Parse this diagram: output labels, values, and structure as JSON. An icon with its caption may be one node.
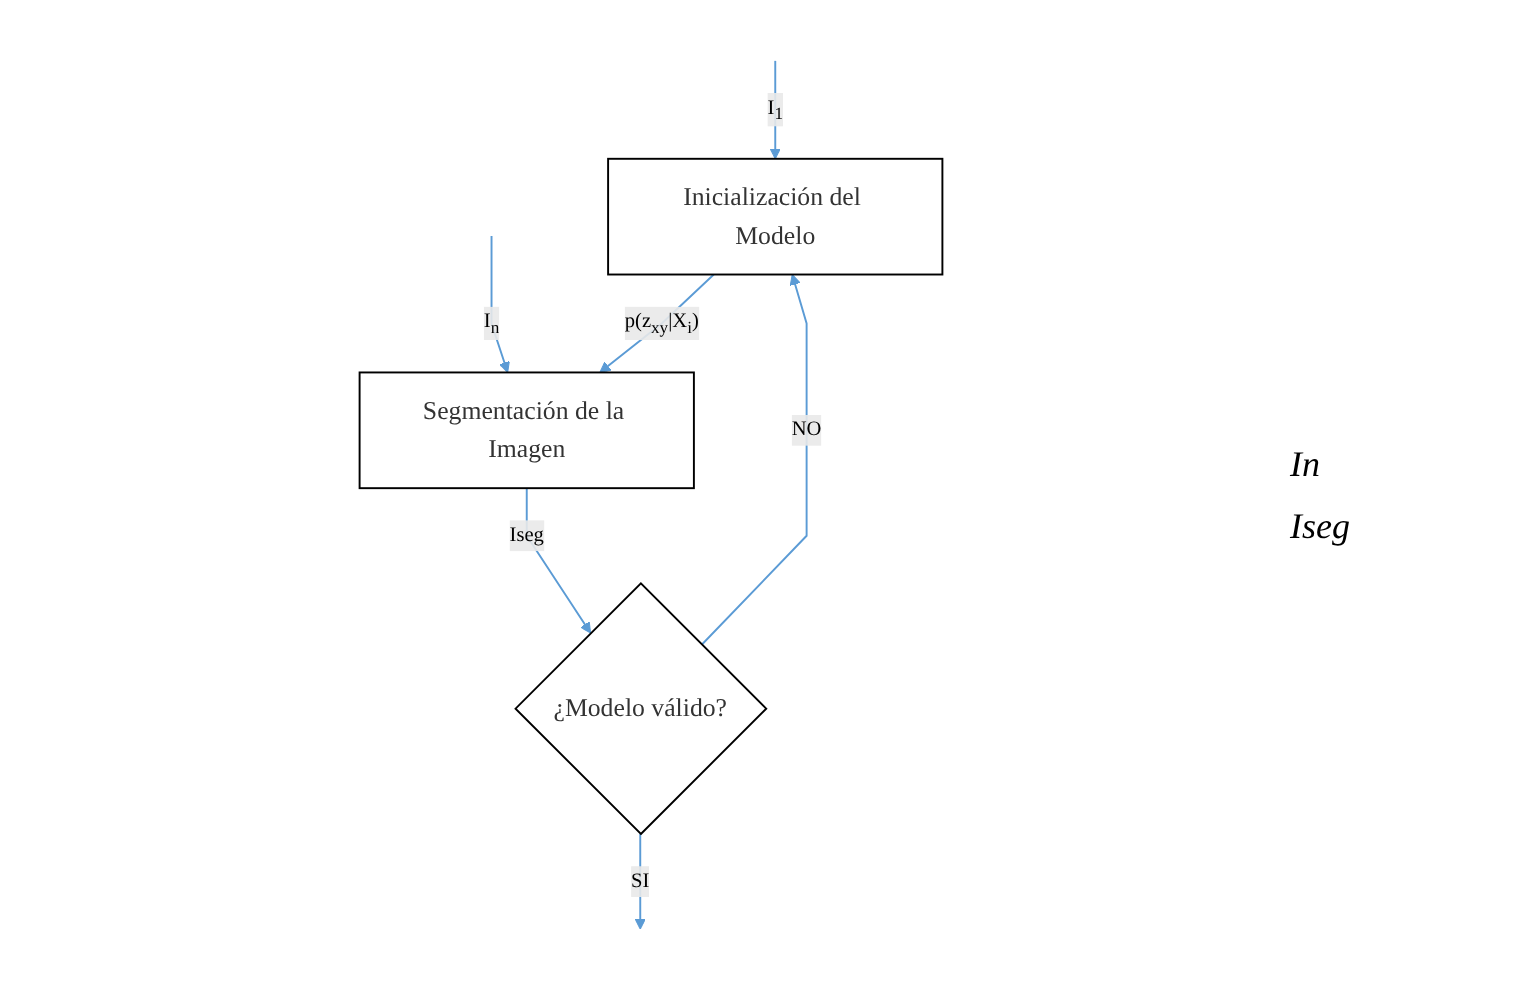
{
  "diagram": {
    "nodes": [
      {
        "text": [
          "Inicialización del Modelo"
        ]
      },
      {
        "text": [
          "Segmentación de la Imagen"
        ]
      },
      {
        "text": [
          "¿Modelo válido?"
        ]
      }
    ],
    "edges": [
      {
        "from": null,
        "to": 0,
        "arrow": "to",
        "label": "I$_{1}$"
      },
      {
        "from": null,
        "to": 1,
        "arrow": "to",
        "label": "I$_{n}$"
      },
      {
        "from": 0,
        "to": 1,
        "arrow": "to",
        "label": "p(z$_{xy}$|X$_{i}$)"
      },
      {
        "from": 1,
        "to": 2,
        "arrow": "to",
        "label": "Iseg"
      },
      {
        "from": 2,
        "to": 0,
        "arrow": "to",
        "label": "NO"
      },
      {
        "from": 2,
        "to": null,
        "arrow": "to",
        "label": "SI"
      }
    ],
    "labels": [
      "In",
      "Iseg"
    ]
  }
}
